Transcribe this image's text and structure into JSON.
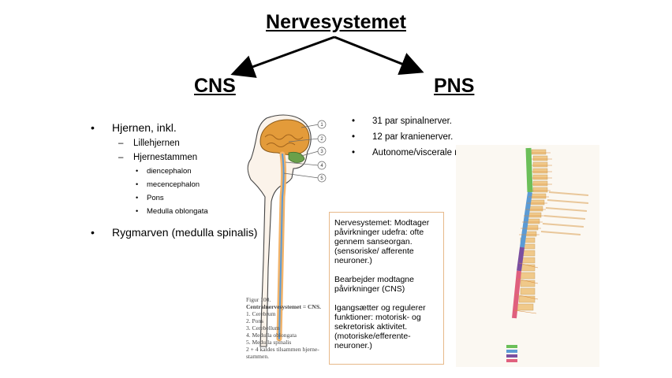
{
  "title": "Nervesystemet",
  "cns": {
    "heading": "CNS",
    "items": [
      {
        "label": "Hjernen, inkl."
      },
      {
        "label": "Lillehjernen"
      },
      {
        "label": "Hjernestammen"
      },
      {
        "label": "diencephalon"
      },
      {
        "label": "mecencephalon"
      },
      {
        "label": "Pons"
      },
      {
        "label": "Medulla oblongata"
      }
    ],
    "rygmarv": "Rygmarven (medulla spinalis)"
  },
  "pns": {
    "heading": "PNS",
    "items": [
      "31 par spinalnerver.",
      "12 par kranienerver.",
      "Autonome/viscerale nerver"
    ]
  },
  "figure": {
    "numbers": [
      "1",
      "2",
      "3",
      "4",
      "5"
    ],
    "caption": [
      "Figur 100.",
      "Centralnervesystemet = CNS.",
      "1.  Cerebrum",
      "2.  Pons",
      "3.  Cerebellum",
      "4.  Medulla oblongata",
      "5.  Medulla spinalis",
      "2 + 4 kaldes tilsammen hjerne-",
      "stammen."
    ]
  },
  "textbox": {
    "p1": "Nervesystemet: Modtager påvirkninger udefra: ofte gennem sanseorgan. (sensoriske/ afferente neuroner.)",
    "p2": "Bearbejder modtagne påvirkninger (CNS)",
    "p3": "Igangsætter og regulerer funktioner: motorisk- og sekretorisk aktivitet. (motoriske/efferente- neuroner.)"
  },
  "colors": {
    "cervical": "#6bbf59",
    "thoracic": "#5b9bd5",
    "lumbar": "#7b4fa0",
    "sacral": "#e0607e",
    "textbox_border": "#e7b98a"
  }
}
